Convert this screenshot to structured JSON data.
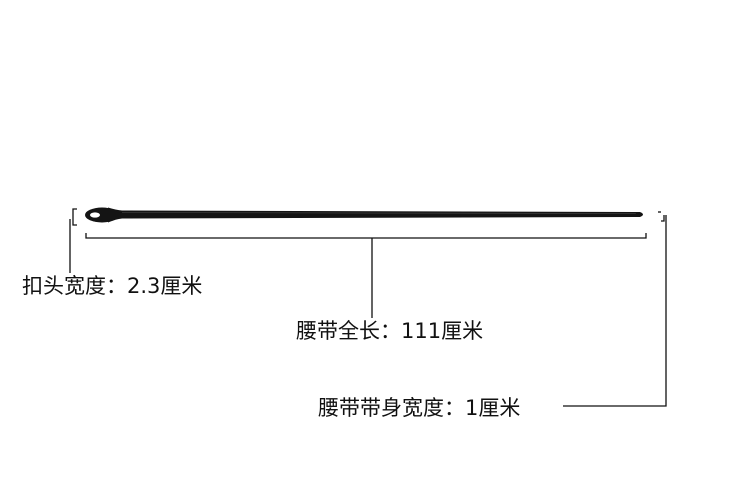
{
  "annotations": {
    "buckle_width": "扣头宽度：2.3厘米",
    "belt_length": "腰带全长：111厘米",
    "belt_width": "腰带带身宽度：1厘米"
  },
  "colors": {
    "belt": "#141414",
    "belt_highlight": "#3a3a3a",
    "line": "#111111",
    "background": "#ffffff"
  }
}
